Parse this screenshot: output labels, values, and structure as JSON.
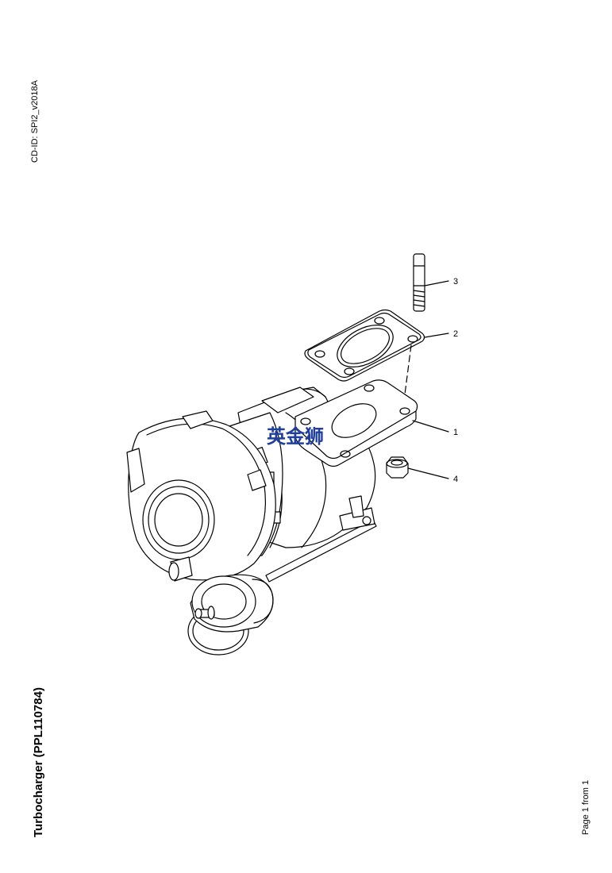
{
  "header": {
    "cd_id": "CD-ID: SPI2_v2018A"
  },
  "title": "Turbocharger (PPL110784)",
  "footer": {
    "page_label": "Page 1 from 1"
  },
  "watermark": {
    "text": "英金狮",
    "color": "#1f3f9a"
  },
  "callouts": [
    "1",
    "2",
    "3",
    "4"
  ],
  "colors": {
    "line": "#000000",
    "background": "#ffffff"
  }
}
